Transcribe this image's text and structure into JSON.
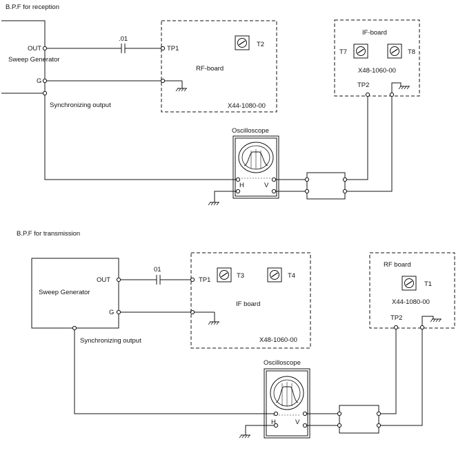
{
  "reception": {
    "title": "B.P.F for reception",
    "generator": {
      "label": "Sweep Generator",
      "out": "OUT",
      "g": "G",
      "sync": "Synchronizing output"
    },
    "capacitor": ".01",
    "rf_board": {
      "label": "RF-board",
      "tp": "TP1",
      "trimmer": "T2",
      "part": "X44-1080-00"
    },
    "if_board": {
      "label": "IF-board",
      "trimmer_a": "T7",
      "trimmer_b": "T8",
      "part": "X48-1060-00",
      "tp": "TP2"
    },
    "scope": {
      "label": "Oscilloscope",
      "h": "H",
      "v": "V"
    }
  },
  "transmission": {
    "title": "B.P.F for transmission",
    "generator": {
      "label": "Sweep Generator",
      "out": "OUT",
      "g": "G",
      "sync": "Synchronizing output"
    },
    "capacitor": "01",
    "if_board": {
      "label": "IF board",
      "tp": "TP1",
      "trimmer_a": "T3",
      "trimmer_b": "T4",
      "part": "X48-1060-00"
    },
    "rf_board": {
      "label": "RF board",
      "trimmer": "T1",
      "part": "X44-1080-00",
      "tp": "TP2"
    },
    "scope": {
      "label": "Oscilloscope",
      "h": "H",
      "v": "V"
    }
  }
}
